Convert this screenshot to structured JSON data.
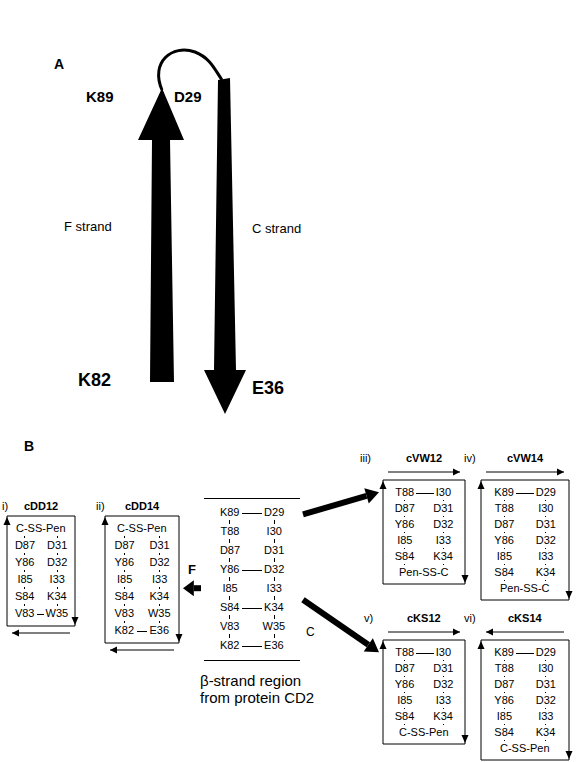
{
  "diagram": {
    "nodes": [
      {
        "text": [
          "cDD12",
          "C-SS-Pen",
          "D87",
          "D31",
          "Y86",
          "D32",
          "I85",
          "I33",
          "S84",
          "K34",
          "V83",
          "W35"
        ]
      },
      {
        "text": [
          "cDD14",
          "C-SS-Pen",
          "D87",
          "D31",
          "Y86",
          "D32",
          "I85",
          "I33",
          "S84",
          "K34",
          "V83",
          "W35",
          "K82",
          "E36"
        ]
      },
      {
        "text": [
          "K89",
          "D29",
          "T88",
          "I30",
          "D87",
          "D31",
          "Y86",
          "D32",
          "I85",
          "I33",
          "S84",
          "K34",
          "V83",
          "W35",
          "K82",
          "E36"
        ]
      },
      {
        "text": [
          "cVW12",
          "T88",
          "I30",
          "D87",
          "D31",
          "Y86",
          "D32",
          "I85",
          "I33",
          "S84",
          "K34",
          "Pen-SS-C"
        ]
      },
      {
        "text": [
          "cVW14",
          "K89",
          "D29",
          "T88",
          "I30",
          "D87",
          "D31",
          "Y86",
          "D32",
          "I85",
          "I33",
          "S84",
          "K34",
          "Pen-SS-C"
        ]
      },
      {
        "text": [
          "cKS12",
          "T88",
          "I30",
          "D87",
          "D31",
          "Y86",
          "D32",
          "I85",
          "I33",
          "S84",
          "K34",
          "C-SS-Pen"
        ]
      },
      {
        "text": [
          "cKS14",
          "K89",
          "D29",
          "T88",
          "I30",
          "D87",
          "D31",
          "Y86",
          "D32",
          "I85",
          "I33",
          "S84",
          "K34",
          "C-SS-Pen"
        ]
      }
    ],
    "edges": [
      {
        "from": 2,
        "to": 1,
        "arrow": "to",
        "label": "F"
      },
      {
        "from": 2,
        "to": 3,
        "arrow": "to"
      },
      {
        "from": 2,
        "to": 5,
        "arrow": "to"
      }
    ],
    "labels": [
      "A",
      "K89",
      "D29",
      "F strand",
      "C strand",
      "K82",
      "E36",
      "B",
      "i)",
      "ii)",
      "iii)",
      "iv)",
      "v)",
      "vi)",
      "C",
      "β-strand region from protein CD2"
    ]
  }
}
